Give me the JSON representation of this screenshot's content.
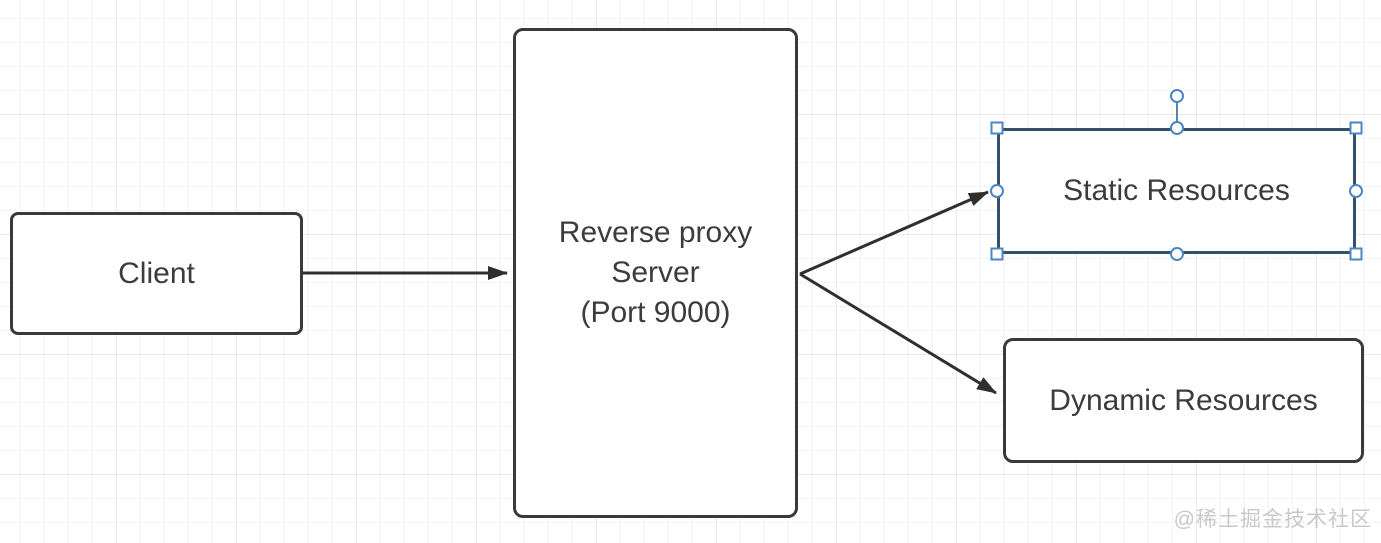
{
  "diagram": {
    "type": "flowchart",
    "nodes": {
      "client": {
        "label": "Client"
      },
      "proxy": {
        "lines": [
          "Reverse proxy",
          "Server",
          "(Port 9000)"
        ]
      },
      "static_res": {
        "label": "Static Resources",
        "state": "selected"
      },
      "dynamic_res": {
        "label": "Dynamic Resources"
      }
    },
    "edges": [
      {
        "from": "Client",
        "to": "Reverse proxy Server (Port 9000)"
      },
      {
        "from": "Reverse proxy Server (Port 9000)",
        "to": "Static Resources"
      },
      {
        "from": "Reverse proxy Server (Port 9000)",
        "to": "Dynamic Resources"
      }
    ],
    "colors": {
      "canvas_bg": "#ffffff",
      "grid_minor": "#f3f3f5",
      "grid_major": "#e9e9ed",
      "node_fill": "#ffffff",
      "node_border": "#3a3a3a",
      "selected_node_border": "#35506b",
      "selection_handle": "#4d84c4",
      "connector": "#2f2f2f",
      "text": "#3c3c3c",
      "watermark": "#c9c9c9"
    }
  },
  "watermark": {
    "text": "@稀土掘金技术社区"
  }
}
